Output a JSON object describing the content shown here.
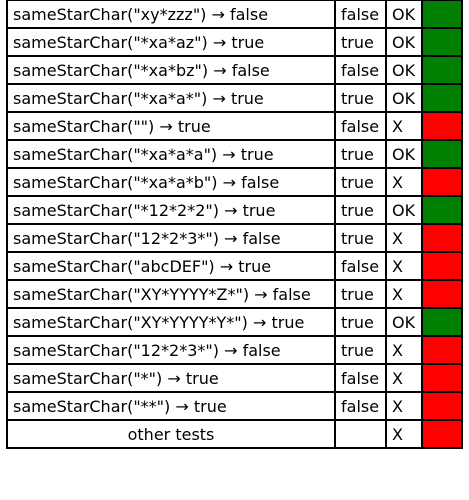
{
  "colors": {
    "pass": "#008000",
    "fail": "#ff0000",
    "border": "#000000"
  },
  "tests": [
    {
      "call": "sameStarChar(\"xy*zzz\") → false",
      "result": "false",
      "verdict": "OK",
      "passed": true
    },
    {
      "call": "sameStarChar(\"*xa*az\") → true",
      "result": "true",
      "verdict": "OK",
      "passed": true
    },
    {
      "call": "sameStarChar(\"*xa*bz\") → false",
      "result": "false",
      "verdict": "OK",
      "passed": true
    },
    {
      "call": "sameStarChar(\"*xa*a*\") → true",
      "result": "true",
      "verdict": "OK",
      "passed": true
    },
    {
      "call": "sameStarChar(\"\") → true",
      "result": "false",
      "verdict": "X",
      "passed": false
    },
    {
      "call": "sameStarChar(\"*xa*a*a\") → true",
      "result": "true",
      "verdict": "OK",
      "passed": true
    },
    {
      "call": "sameStarChar(\"*xa*a*b\") → false",
      "result": "true",
      "verdict": "X",
      "passed": false
    },
    {
      "call": "sameStarChar(\"*12*2*2\") → true",
      "result": "true",
      "verdict": "OK",
      "passed": true
    },
    {
      "call": "sameStarChar(\"12*2*3*\") → false",
      "result": "true",
      "verdict": "X",
      "passed": false
    },
    {
      "call": "sameStarChar(\"abcDEF\") → true",
      "result": "false",
      "verdict": "X",
      "passed": false
    },
    {
      "call": "sameStarChar(\"XY*YYYY*Z*\") → false",
      "result": "true",
      "verdict": "X",
      "passed": false
    },
    {
      "call": "sameStarChar(\"XY*YYYY*Y*\") → true",
      "result": "true",
      "verdict": "OK",
      "passed": true
    },
    {
      "call": "sameStarChar(\"12*2*3*\") → false",
      "result": "true",
      "verdict": "X",
      "passed": false
    },
    {
      "call": "sameStarChar(\"*\") → true",
      "result": "false",
      "verdict": "X",
      "passed": false
    },
    {
      "call": "sameStarChar(\"**\") → true",
      "result": "false",
      "verdict": "X",
      "passed": false
    }
  ],
  "other_tests": {
    "label": "other tests",
    "result": "",
    "verdict": "X",
    "passed": false
  }
}
